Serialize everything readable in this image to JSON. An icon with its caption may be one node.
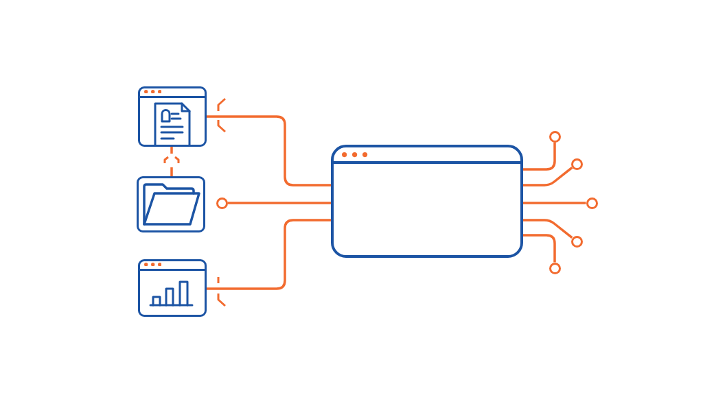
{
  "diagram": {
    "nodes": [
      {
        "text": [],
        "shape": "picture"
      },
      {
        "text": [],
        "shape": "picture"
      },
      {
        "text": [],
        "shape": "picture"
      },
      {
        "text": [],
        "shape": "circle"
      },
      {
        "text": [],
        "shape": "window"
      },
      {
        "text": [],
        "shape": "circle"
      },
      {
        "text": [],
        "shape": "circle"
      },
      {
        "text": [],
        "shape": "circle"
      },
      {
        "text": [],
        "shape": "circle"
      },
      {
        "text": [],
        "shape": "circle"
      }
    ],
    "edges": [
      {
        "from": 0,
        "to": 1,
        "arrow": "none",
        "style": "dashed"
      },
      {
        "from": 0,
        "to": 4,
        "arrow": "none"
      },
      {
        "from": 3,
        "to": 4,
        "arrow": "none"
      },
      {
        "from": 2,
        "to": 4,
        "arrow": "none"
      },
      {
        "from": 4,
        "to": 5,
        "arrow": "none"
      },
      {
        "from": 4,
        "to": 6,
        "arrow": "none"
      },
      {
        "from": 4,
        "to": 7,
        "arrow": "none"
      },
      {
        "from": 4,
        "to": 8,
        "arrow": "none"
      },
      {
        "from": 4,
        "to": 9,
        "arrow": "none"
      }
    ]
  }
}
